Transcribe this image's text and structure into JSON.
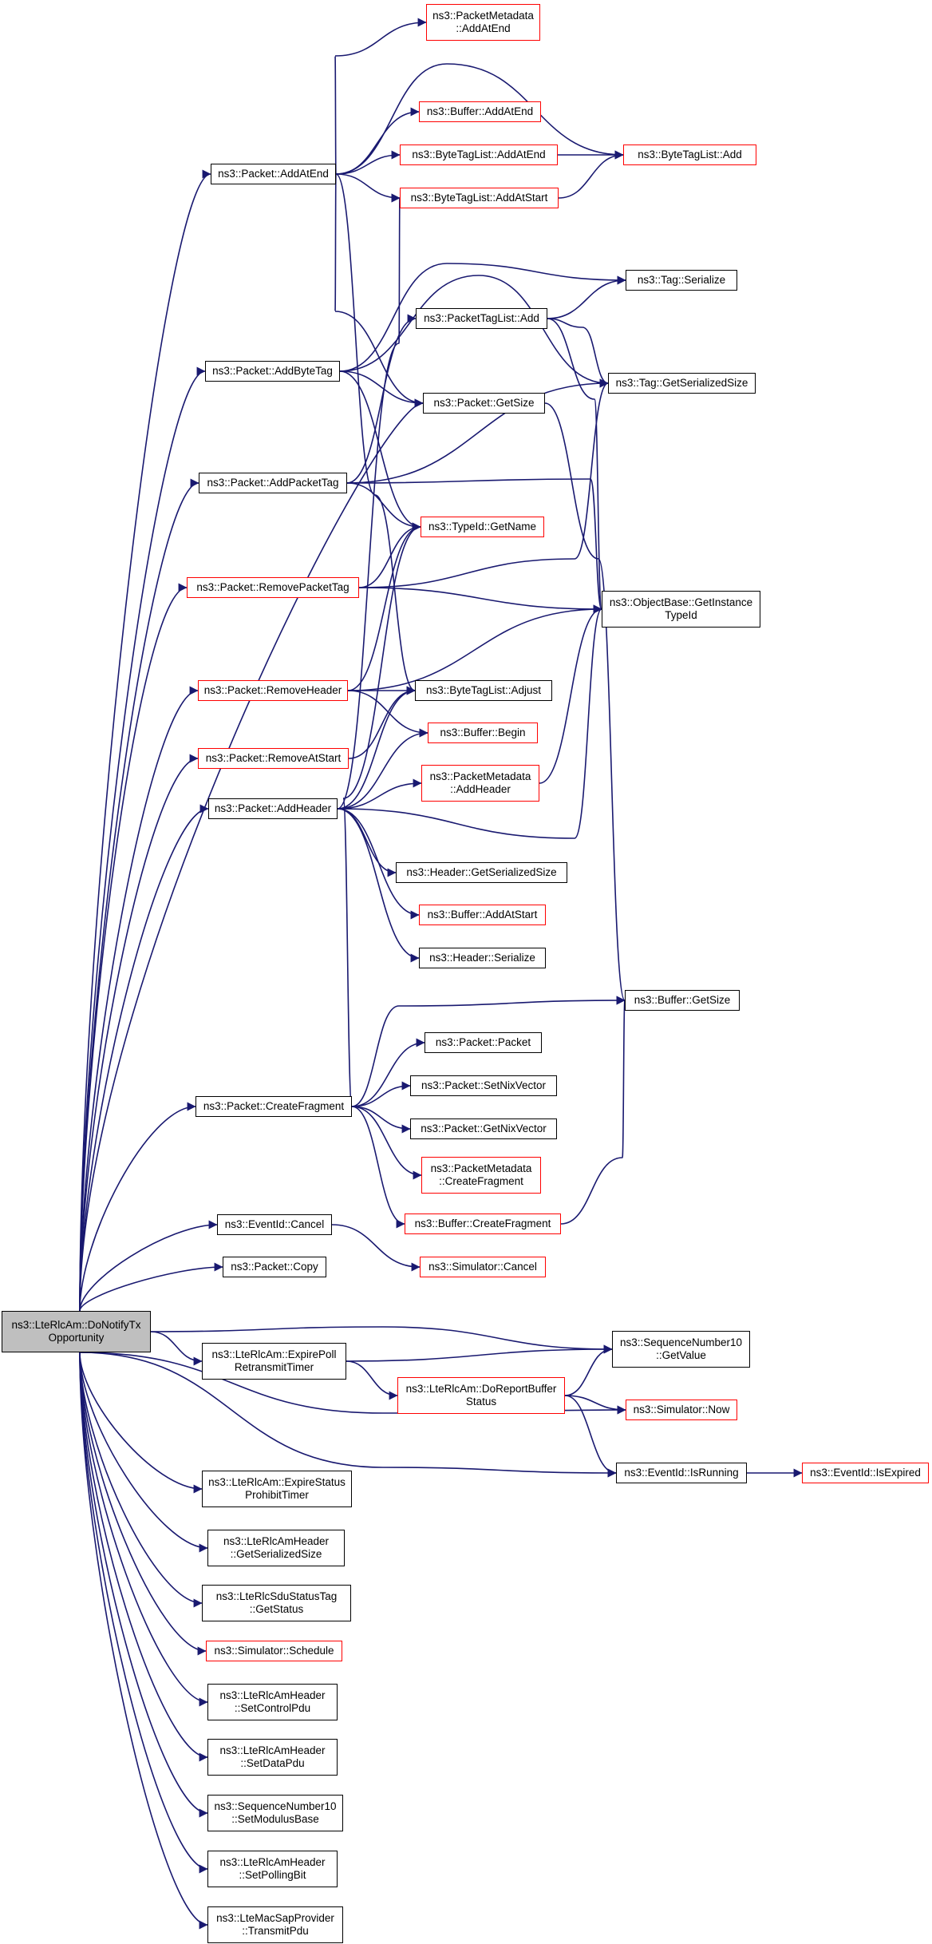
{
  "colors": {
    "edge": "#191970",
    "node_border": "#000000",
    "truncated_border": "#ff0000",
    "root_fill": "#bfbfbf"
  },
  "nodes": [
    {
      "id": "root",
      "lines": [
        "ns3::LteRlcAm::DoNotifyTx",
        "Opportunity"
      ],
      "style": "root"
    },
    {
      "id": "pkt_addatend",
      "lines": [
        "ns3::Packet::AddAtEnd"
      ],
      "style": "normal"
    },
    {
      "id": "pm_addatend",
      "lines": [
        "ns3::PacketMetadata",
        "::AddAtEnd"
      ],
      "style": "truncated"
    },
    {
      "id": "buf_addatend",
      "lines": [
        "ns3::Buffer::AddAtEnd"
      ],
      "style": "truncated"
    },
    {
      "id": "btl_addatend",
      "lines": [
        "ns3::ByteTagList::AddAtEnd"
      ],
      "style": "truncated"
    },
    {
      "id": "btl_add",
      "lines": [
        "ns3::ByteTagList::Add"
      ],
      "style": "truncated"
    },
    {
      "id": "btl_addatstart",
      "lines": [
        "ns3::ByteTagList::AddAtStart"
      ],
      "style": "truncated"
    },
    {
      "id": "tag_serialize",
      "lines": [
        "ns3::Tag::Serialize"
      ],
      "style": "normal"
    },
    {
      "id": "ptl_add",
      "lines": [
        "ns3::PacketTagList::Add"
      ],
      "style": "normal"
    },
    {
      "id": "pkt_addbytetag",
      "lines": [
        "ns3::Packet::AddByteTag"
      ],
      "style": "normal"
    },
    {
      "id": "tag_getsersize",
      "lines": [
        "ns3::Tag::GetSerializedSize"
      ],
      "style": "normal"
    },
    {
      "id": "pkt_getsize",
      "lines": [
        "ns3::Packet::GetSize"
      ],
      "style": "normal"
    },
    {
      "id": "pkt_addpackettag",
      "lines": [
        "ns3::Packet::AddPacketTag"
      ],
      "style": "normal"
    },
    {
      "id": "typeid_getname",
      "lines": [
        "ns3::TypeId::GetName"
      ],
      "style": "truncated"
    },
    {
      "id": "pkt_removepackettag",
      "lines": [
        "ns3::Packet::RemovePacketTag"
      ],
      "style": "truncated"
    },
    {
      "id": "ob_getinstancetypeid",
      "lines": [
        "ns3::ObjectBase::GetInstance",
        "TypeId"
      ],
      "style": "normal"
    },
    {
      "id": "pkt_removeheader",
      "lines": [
        "ns3::Packet::RemoveHeader"
      ],
      "style": "truncated"
    },
    {
      "id": "btl_adjust",
      "lines": [
        "ns3::ByteTagList::Adjust"
      ],
      "style": "normal"
    },
    {
      "id": "buf_begin",
      "lines": [
        "ns3::Buffer::Begin"
      ],
      "style": "truncated"
    },
    {
      "id": "pkt_removeatstart",
      "lines": [
        "ns3::Packet::RemoveAtStart"
      ],
      "style": "truncated"
    },
    {
      "id": "pm_addheader",
      "lines": [
        "ns3::PacketMetadata",
        "::AddHeader"
      ],
      "style": "truncated"
    },
    {
      "id": "pkt_addheader",
      "lines": [
        "ns3::Packet::AddHeader"
      ],
      "style": "normal"
    },
    {
      "id": "hdr_getsersize",
      "lines": [
        "ns3::Header::GetSerializedSize"
      ],
      "style": "normal"
    },
    {
      "id": "buf_addatstart",
      "lines": [
        "ns3::Buffer::AddAtStart"
      ],
      "style": "truncated"
    },
    {
      "id": "hdr_serialize",
      "lines": [
        "ns3::Header::Serialize"
      ],
      "style": "normal"
    },
    {
      "id": "buf_getsize",
      "lines": [
        "ns3::Buffer::GetSize"
      ],
      "style": "normal"
    },
    {
      "id": "pkt_packet",
      "lines": [
        "ns3::Packet::Packet"
      ],
      "style": "normal"
    },
    {
      "id": "pkt_setnixvector",
      "lines": [
        "ns3::Packet::SetNixVector"
      ],
      "style": "normal"
    },
    {
      "id": "pkt_createfragment",
      "lines": [
        "ns3::Packet::CreateFragment"
      ],
      "style": "normal"
    },
    {
      "id": "pkt_getnixvector",
      "lines": [
        "ns3::Packet::GetNixVector"
      ],
      "style": "normal"
    },
    {
      "id": "pm_createfragment",
      "lines": [
        "ns3::PacketMetadata",
        "::CreateFragment"
      ],
      "style": "truncated"
    },
    {
      "id": "buf_createfragment",
      "lines": [
        "ns3::Buffer::CreateFragment"
      ],
      "style": "truncated"
    },
    {
      "id": "eventid_cancel",
      "lines": [
        "ns3::EventId::Cancel"
      ],
      "style": "normal"
    },
    {
      "id": "sim_cancel",
      "lines": [
        "ns3::Simulator::Cancel"
      ],
      "style": "truncated"
    },
    {
      "id": "pkt_copy",
      "lines": [
        "ns3::Packet::Copy"
      ],
      "style": "normal"
    },
    {
      "id": "expirepoll",
      "lines": [
        "ns3::LteRlcAm::ExpirePoll",
        "RetransmitTimer"
      ],
      "style": "normal"
    },
    {
      "id": "sn10_getvalue",
      "lines": [
        "ns3::SequenceNumber10",
        "::GetValue"
      ],
      "style": "normal"
    },
    {
      "id": "doreportbuffer",
      "lines": [
        "ns3::LteRlcAm::DoReportBuffer",
        "Status"
      ],
      "style": "truncated"
    },
    {
      "id": "sim_now",
      "lines": [
        "ns3::Simulator::Now"
      ],
      "style": "truncated"
    },
    {
      "id": "eventid_isrunning",
      "lines": [
        "ns3::EventId::IsRunning"
      ],
      "style": "normal"
    },
    {
      "id": "eventid_isexpired",
      "lines": [
        "ns3::EventId::IsExpired"
      ],
      "style": "truncated"
    },
    {
      "id": "expirestatus",
      "lines": [
        "ns3::LteRlcAm::ExpireStatus",
        "ProhibitTimer"
      ],
      "style": "normal"
    },
    {
      "id": "amhdr_getsersize",
      "lines": [
        "ns3::LteRlcAmHeader",
        "::GetSerializedSize"
      ],
      "style": "normal"
    },
    {
      "id": "sdustatustag",
      "lines": [
        "ns3::LteRlcSduStatusTag",
        "::GetStatus"
      ],
      "style": "normal"
    },
    {
      "id": "sim_schedule",
      "lines": [
        "ns3::Simulator::Schedule"
      ],
      "style": "truncated"
    },
    {
      "id": "amhdr_setcontrolpdu",
      "lines": [
        "ns3::LteRlcAmHeader",
        "::SetControlPdu"
      ],
      "style": "normal"
    },
    {
      "id": "amhdr_setdatapdu",
      "lines": [
        "ns3::LteRlcAmHeader",
        "::SetDataPdu"
      ],
      "style": "normal"
    },
    {
      "id": "sn10_setmodulus",
      "lines": [
        "ns3::SequenceNumber10",
        "::SetModulusBase"
      ],
      "style": "normal"
    },
    {
      "id": "amhdr_setpollingbit",
      "lines": [
        "ns3::LteRlcAmHeader",
        "::SetPollingBit"
      ],
      "style": "normal"
    },
    {
      "id": "macsap_transmitpdu",
      "lines": [
        "ns3::LteMacSapProvider",
        "::TransmitPdu"
      ],
      "style": "normal"
    }
  ],
  "edges": [
    [
      "root",
      "pkt_addatend"
    ],
    [
      "root",
      "pkt_addbytetag"
    ],
    [
      "root",
      "pkt_getsize"
    ],
    [
      "root",
      "pkt_addpackettag"
    ],
    [
      "root",
      "pkt_removepackettag"
    ],
    [
      "root",
      "pkt_removeheader"
    ],
    [
      "root",
      "pkt_removeatstart"
    ],
    [
      "root",
      "pkt_addheader"
    ],
    [
      "root",
      "pkt_createfragment"
    ],
    [
      "root",
      "eventid_cancel"
    ],
    [
      "root",
      "pkt_copy"
    ],
    [
      "root",
      "expirepoll"
    ],
    [
      "root",
      "sn10_getvalue"
    ],
    [
      "root",
      "sim_now"
    ],
    [
      "root",
      "eventid_isrunning"
    ],
    [
      "root",
      "expirestatus"
    ],
    [
      "root",
      "amhdr_getsersize"
    ],
    [
      "root",
      "sdustatustag"
    ],
    [
      "root",
      "sim_schedule"
    ],
    [
      "root",
      "amhdr_setcontrolpdu"
    ],
    [
      "root",
      "amhdr_setdatapdu"
    ],
    [
      "root",
      "sn10_setmodulus"
    ],
    [
      "root",
      "amhdr_setpollingbit"
    ],
    [
      "root",
      "macsap_transmitpdu"
    ],
    [
      "pkt_addatend",
      "pm_addatend"
    ],
    [
      "pkt_addatend",
      "btl_add"
    ],
    [
      "pkt_addatend",
      "buf_addatend"
    ],
    [
      "pkt_addatend",
      "btl_addatend"
    ],
    [
      "pkt_addatend",
      "btl_addatstart"
    ],
    [
      "pkt_addatend",
      "pkt_getsize"
    ],
    [
      "pkt_addatend",
      "btl_adjust"
    ],
    [
      "btl_addatend",
      "btl_add"
    ],
    [
      "btl_addatstart",
      "btl_add"
    ],
    [
      "pkt_addbytetag",
      "tag_serialize"
    ],
    [
      "pkt_addbytetag",
      "tag_getsersize"
    ],
    [
      "pkt_addbytetag",
      "pkt_getsize"
    ],
    [
      "pkt_addbytetag",
      "typeid_getname"
    ],
    [
      "ptl_add",
      "tag_serialize"
    ],
    [
      "ptl_add",
      "tag_getsersize"
    ],
    [
      "ptl_add",
      "ob_getinstancetypeid"
    ],
    [
      "pkt_getsize",
      "buf_getsize"
    ],
    [
      "pkt_addpackettag",
      "ptl_add"
    ],
    [
      "pkt_addpackettag",
      "tag_getsersize"
    ],
    [
      "pkt_addpackettag",
      "typeid_getname"
    ],
    [
      "pkt_addpackettag",
      "ob_getinstancetypeid"
    ],
    [
      "pkt_removepackettag",
      "typeid_getname"
    ],
    [
      "pkt_removepackettag",
      "tag_getsersize"
    ],
    [
      "pkt_removepackettag",
      "ob_getinstancetypeid"
    ],
    [
      "pkt_removeheader",
      "typeid_getname"
    ],
    [
      "pkt_removeheader",
      "ob_getinstancetypeid"
    ],
    [
      "pkt_removeheader",
      "btl_adjust"
    ],
    [
      "pkt_removeheader",
      "buf_begin"
    ],
    [
      "pkt_removeatstart",
      "btl_adjust"
    ],
    [
      "pm_addheader",
      "ob_getinstancetypeid"
    ],
    [
      "pkt_addheader",
      "btl_addatstart"
    ],
    [
      "pkt_addheader",
      "btl_adjust"
    ],
    [
      "pkt_addheader",
      "buf_begin"
    ],
    [
      "pkt_addheader",
      "pm_addheader"
    ],
    [
      "pkt_addheader",
      "ob_getinstancetypeid"
    ],
    [
      "pkt_addheader",
      "hdr_getsersize"
    ],
    [
      "pkt_addheader",
      "buf_addatstart"
    ],
    [
      "pkt_addheader",
      "hdr_serialize"
    ],
    [
      "pkt_createfragment",
      "typeid_getname"
    ],
    [
      "pkt_createfragment",
      "buf_getsize"
    ],
    [
      "pkt_createfragment",
      "pkt_packet"
    ],
    [
      "pkt_createfragment",
      "pkt_setnixvector"
    ],
    [
      "pkt_createfragment",
      "pkt_getnixvector"
    ],
    [
      "pkt_createfragment",
      "pm_createfragment"
    ],
    [
      "pkt_createfragment",
      "buf_createfragment"
    ],
    [
      "buf_createfragment",
      "buf_getsize"
    ],
    [
      "eventid_cancel",
      "sim_cancel"
    ],
    [
      "expirepoll",
      "sn10_getvalue"
    ],
    [
      "expirepoll",
      "doreportbuffer"
    ],
    [
      "doreportbuffer",
      "sn10_getvalue"
    ],
    [
      "doreportbuffer",
      "sim_now"
    ],
    [
      "doreportbuffer",
      "eventid_isrunning"
    ],
    [
      "eventid_isrunning",
      "eventid_isexpired"
    ]
  ]
}
